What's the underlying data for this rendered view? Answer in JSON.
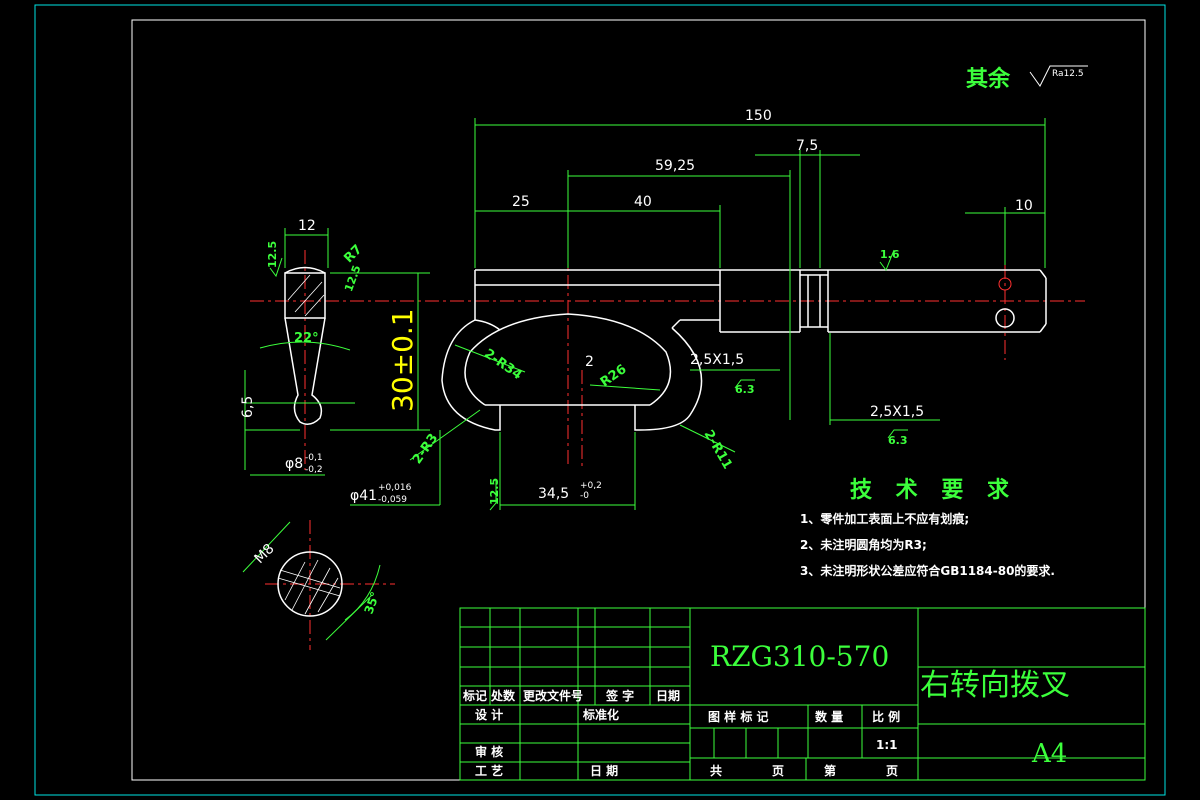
{
  "surface_note": {
    "label": "其余",
    "roughness": "Ra12.5"
  },
  "dimensions": {
    "overall_length": "150",
    "len_59_25": "59,25",
    "len_7_5": "7,5",
    "len_25": "25",
    "len_40": "40",
    "len_10": "10",
    "width_12": "12",
    "r7": "R7",
    "ra12_5_a": "12.5",
    "ra12_5_b": "12.5",
    "ra12_5_c": "12.5",
    "angle_22": "22°",
    "height_30": "30±0.1",
    "r34": "2-R34",
    "r26": "R26",
    "two": "2",
    "chamfer_1": "2,5X1,5",
    "chamfer_2": "2,5X1,5",
    "ra1_6": "1.6",
    "ra6_3_a": "6.3",
    "ra6_3_b": "6.3",
    "r3": "2-R3",
    "r11": "2-R11",
    "len_34_5": "34,5",
    "tol_34_5_up": "+0,2",
    "tol_34_5_dn": "-0",
    "h6_5": "6,5",
    "dia8": "φ8",
    "tol_8_up": "-0,1",
    "tol_8_dn": "-0,2",
    "dia41": "φ41",
    "tol_41_up": "+0,016",
    "tol_41_dn": "-0,059",
    "m8": "M8",
    "angle_35": "35°"
  },
  "requirements": {
    "title": "技 术 要 求",
    "items": [
      "1、零件加工表面上不应有划痕;",
      "2、未注明圆角均为R3;",
      "3、未注明形状公差应符合GB1184-80的要求."
    ]
  },
  "title_block": {
    "drawing_no": "RZG310-570",
    "part_name": "右转向拨叉",
    "paper_size": "A4",
    "scale": "1:1",
    "headers": [
      "标记",
      "处数",
      "更改文件号",
      "签 字",
      "日期"
    ],
    "design": "设 计",
    "standardize": "标准化",
    "review": "审 核",
    "process": "工 艺",
    "date": "日 期",
    "drawing_mark": "图 样 标 记",
    "weight": "数 量",
    "scale_label": "比 例",
    "total": "共",
    "sheet": "页",
    "nth": "第",
    "sheet2": "页"
  },
  "colors": {
    "background": "#000000",
    "frame": "#00e5e5",
    "dimension": "#3cff3c",
    "outline": "#ffffff",
    "center": "#ff3030"
  }
}
